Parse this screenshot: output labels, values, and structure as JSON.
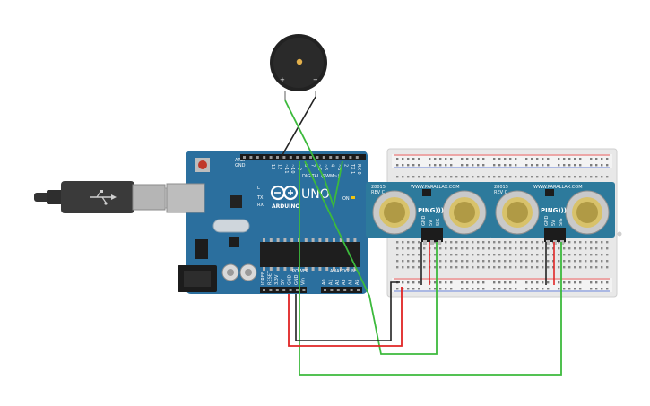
{
  "colors": {
    "board": "#2b6f9e",
    "board_dark": "#1f5a85",
    "sensor": "#2d7a9c",
    "wire_green": "#3cba3c",
    "wire_red": "#e02424",
    "wire_black": "#222222",
    "breadboard": "#e6e6e6",
    "usb": "#333333",
    "buzzer": "#222222"
  },
  "buzzer": {
    "plus": "+",
    "minus": "−"
  },
  "arduino": {
    "brand": "ARDUINO",
    "model": "UNO",
    "on_label": "ON",
    "tx_label": "TX",
    "rx_label": "RX",
    "l_label": "L",
    "aref_label": "AREF",
    "gnd_label": "GND",
    "digital_label": "DIGITAL (PWM~)",
    "power_label": "POWER",
    "analog_label": "ANALOG IN",
    "power_pins": [
      "IOREF",
      "RESET",
      "3.3V",
      "5V",
      "GND",
      "GND",
      "Vin"
    ],
    "analog_pins": [
      "A0",
      "A1",
      "A2",
      "A3",
      "A4",
      "A5"
    ],
    "digital_pins": [
      "13",
      "12",
      "~11",
      "~10",
      "~9",
      "8",
      "7",
      "~6",
      "~5",
      "4",
      "~3",
      "2",
      "TX 1",
      "RX 0"
    ]
  },
  "sensors": [
    {
      "model": "28015",
      "rev": "REV C",
      "site": "WWW.PARALLAX.COM",
      "brand": "PING)))",
      "pins": [
        "GND",
        "5V",
        "SIG"
      ]
    },
    {
      "model": "28015",
      "rev": "REV C",
      "site": "WWW.PARALLAX.COM",
      "brand": "PING)))",
      "pins": [
        "GND",
        "5V",
        "SIG"
      ]
    }
  ]
}
